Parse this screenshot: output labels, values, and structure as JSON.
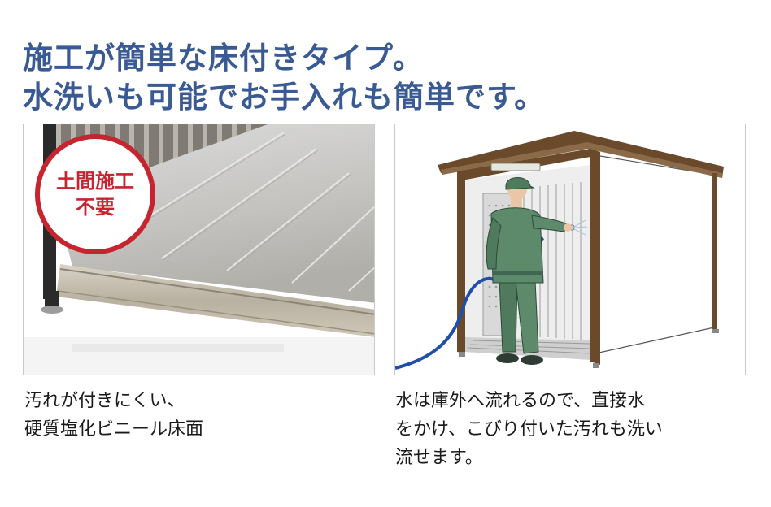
{
  "headline": {
    "line1": "施工が簡単な床付きタイプ。",
    "line2": "水洗いも可能でお手入れも簡単です。"
  },
  "left_panel": {
    "badge": {
      "line1": "土間施工",
      "line2": "不要"
    },
    "caption": {
      "line1": "汚れが付きにくい、",
      "line2": "硬質塩化ビニール床面"
    }
  },
  "right_panel": {
    "caption": {
      "line1": "水は庫外へ流れるので、直接水",
      "line2": "をかけ、こびり付いた汚れも洗い",
      "line3": "流せます。"
    }
  },
  "colors": {
    "headline": "#3a5a93",
    "badge_red": "#c6242e",
    "shed_brown": "#6b4a2b",
    "worker_green": "#4f7a5e",
    "hose_blue": "#1f4fa8"
  }
}
